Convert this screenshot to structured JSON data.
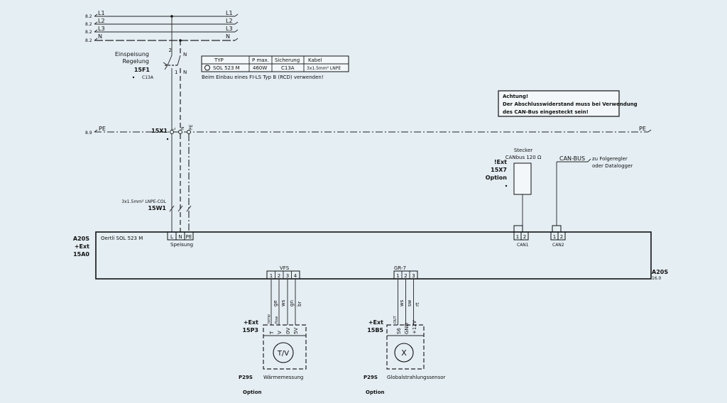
{
  "supply": {
    "rail_ref": "8.2",
    "phases": [
      "L1",
      "L2",
      "L3",
      "N"
    ]
  },
  "breaker": {
    "label1": "Einspeisung",
    "label2": "Regelung",
    "tag": "15F1",
    "rating": "C13A",
    "pins_top": [
      "2",
      "N"
    ],
    "pins_bottom": [
      "1",
      "N"
    ]
  },
  "spec_table": {
    "headers": [
      "TYP",
      "P max.",
      "Sicherung",
      "Kabel"
    ],
    "row": [
      "SOL 523 M",
      "460W",
      "C13A",
      "3x1.5mm² LNPE"
    ],
    "note": "Beim Einbau eines FI-LS Typ B (RCD) verwenden!"
  },
  "warning": {
    "lines": [
      "Achtung!",
      "Der Abschlusswiderstand muss bei Verwendung",
      "des CAN-Bus eingesteckt sein!"
    ]
  },
  "pe_rail": {
    "ref": "8.9",
    "label_left": "PE",
    "label_right": "PE"
  },
  "terminal": {
    "tag": "15X1",
    "pins": [
      "L",
      "N",
      "PE"
    ]
  },
  "cable": {
    "spec": "3x1.5mm² LNPE-COL",
    "tag": "15W1"
  },
  "controller": {
    "tag_lines": [
      "A20S",
      "+Ext",
      "15A0"
    ],
    "name": "Oertli SOL 523 M",
    "supply_pins": [
      "L",
      "N",
      "PE"
    ],
    "supply_label": "Speisung",
    "ref_tag": "A20S",
    "ref_num": "16.0"
  },
  "can": {
    "plug_lines": [
      "Stecker",
      "CANbus 120 Ω"
    ],
    "plug_tag_lines": [
      "!Ext",
      "15X7",
      "Option"
    ],
    "can1_pins": [
      "1",
      "2"
    ],
    "can1_label": "CAN1",
    "can2_pins": [
      "1",
      "2"
    ],
    "can2_label": "CAN2",
    "bus_label": "CAN-BUS",
    "bus_dest_lines": [
      "zu Folgeregler",
      "oder Datalogger"
    ]
  },
  "vfs": {
    "connector_label": "VFS",
    "pins": [
      "1",
      "2",
      "3",
      "4"
    ],
    "wire_colors": [
      "ge",
      "ws",
      "gn",
      "br"
    ],
    "small_labels": [
      "temp",
      "flow"
    ],
    "tag_lines": [
      "+Ext",
      "15P3"
    ],
    "device_pins": [
      "T",
      "V",
      "0V",
      "5V"
    ],
    "symbol": "T/V",
    "device_ref": "P29S",
    "device_label": "Wärmemessung",
    "option": "Option"
  },
  "gr7": {
    "connector_label": "GR-7",
    "pins": [
      "1",
      "2",
      "3"
    ],
    "wire_colors": [
      "ws",
      "sw",
      "rt"
    ],
    "small_label": "OUT",
    "tag_lines": [
      "+Ext",
      "15B5"
    ],
    "device_pins": [
      "S6",
      "GND",
      "+12V"
    ],
    "symbol": "X",
    "device_ref": "P29S",
    "device_label": "Globalstrahlungssensor",
    "option": "Option"
  }
}
